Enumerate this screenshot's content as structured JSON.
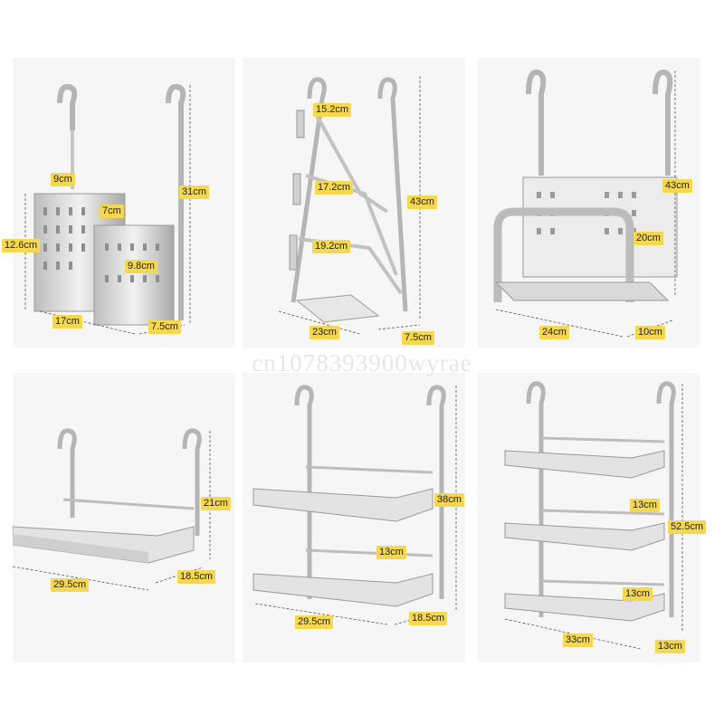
{
  "colors": {
    "label_bg": "#f5d84f",
    "steel_light": "#e6e6e6",
    "steel_dark": "#9a9a9a",
    "dim_line": "#555555"
  },
  "watermark": "cn1078393900wyrae",
  "products": [
    {
      "name": "utensil-holder",
      "labels": [
        "9cm",
        "7cm",
        "31cm",
        "12.6cm",
        "9.8cm",
        "17cm",
        "7.5cm"
      ]
    },
    {
      "name": "lid-rack",
      "labels": [
        "15.2cm",
        "17.2cm",
        "43cm",
        "19.2cm",
        "23cm",
        "7.5cm"
      ]
    },
    {
      "name": "cutting-board-rack",
      "labels": [
        "43cm",
        "20cm",
        "24cm",
        "10cm"
      ]
    },
    {
      "name": "single-shelf",
      "labels": [
        "21cm",
        "29.5cm",
        "18.5cm"
      ]
    },
    {
      "name": "double-shelf",
      "labels": [
        "38cm",
        "13cm",
        "29.5cm",
        "18.5cm"
      ]
    },
    {
      "name": "triple-shelf",
      "labels": [
        "13cm",
        "52.5cm",
        "13cm",
        "33cm",
        "13cm"
      ]
    }
  ]
}
